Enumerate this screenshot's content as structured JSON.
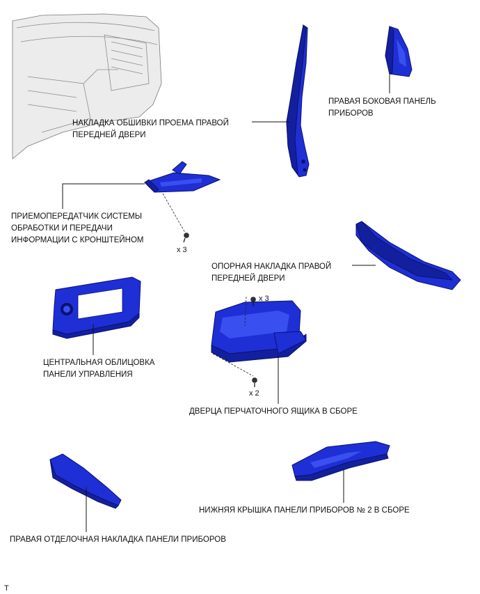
{
  "labels": {
    "door_opening_trim": [
      "НАКЛАДКА ОБШИВКИ ПРОЕМА ПРАВОЙ",
      "ПЕРЕДНЕЙ ДВЕРИ"
    ],
    "side_panel": [
      "ПРАВАЯ БОКОВАЯ ПАНЕЛЬ",
      "ПРИБОРОВ"
    ],
    "transceiver": [
      "ПРИЕМОПЕРЕДАТЧИК СИСТЕМЫ",
      "ОБРАБОТКИ И ПЕРЕДАЧИ",
      "ИНФОРМАЦИИ С КРОНШТЕЙНОМ"
    ],
    "scuff_plate": [
      "ОПОРНАЯ НАКЛАДКА ПРАВОЙ",
      "ПЕРЕДНЕЙ ДВЕРИ"
    ],
    "center_trim": [
      "ЦЕНТРАЛЬНАЯ ОБЛИЦОВКА",
      "ПАНЕЛИ УПРАВЛЕНИЯ"
    ],
    "glove_box": [
      "ДВЕРЦА ПЕРЧАТОЧНОГО ЯЩИКА В СБОРЕ"
    ],
    "lower_cover": [
      "НИЖНЯЯ КРЫШКА ПАНЕЛИ ПРИБОРОВ № 2 В СБОРЕ"
    ],
    "right_trim": [
      "ПРАВАЯ ОТДЕЛОЧНАЯ НАКЛАДКА ПАНЕЛИ ПРИБОРОВ"
    ]
  },
  "quantities": {
    "transceiver_screws": "x 3",
    "glove_box_screws_top": "x 3",
    "glove_box_screws_bottom": "x 2"
  },
  "corner_mark": "T",
  "colors": {
    "part_blue": "#1f2fd6",
    "part_dark": "#13209e",
    "dashboard_gray": "#ececec"
  }
}
